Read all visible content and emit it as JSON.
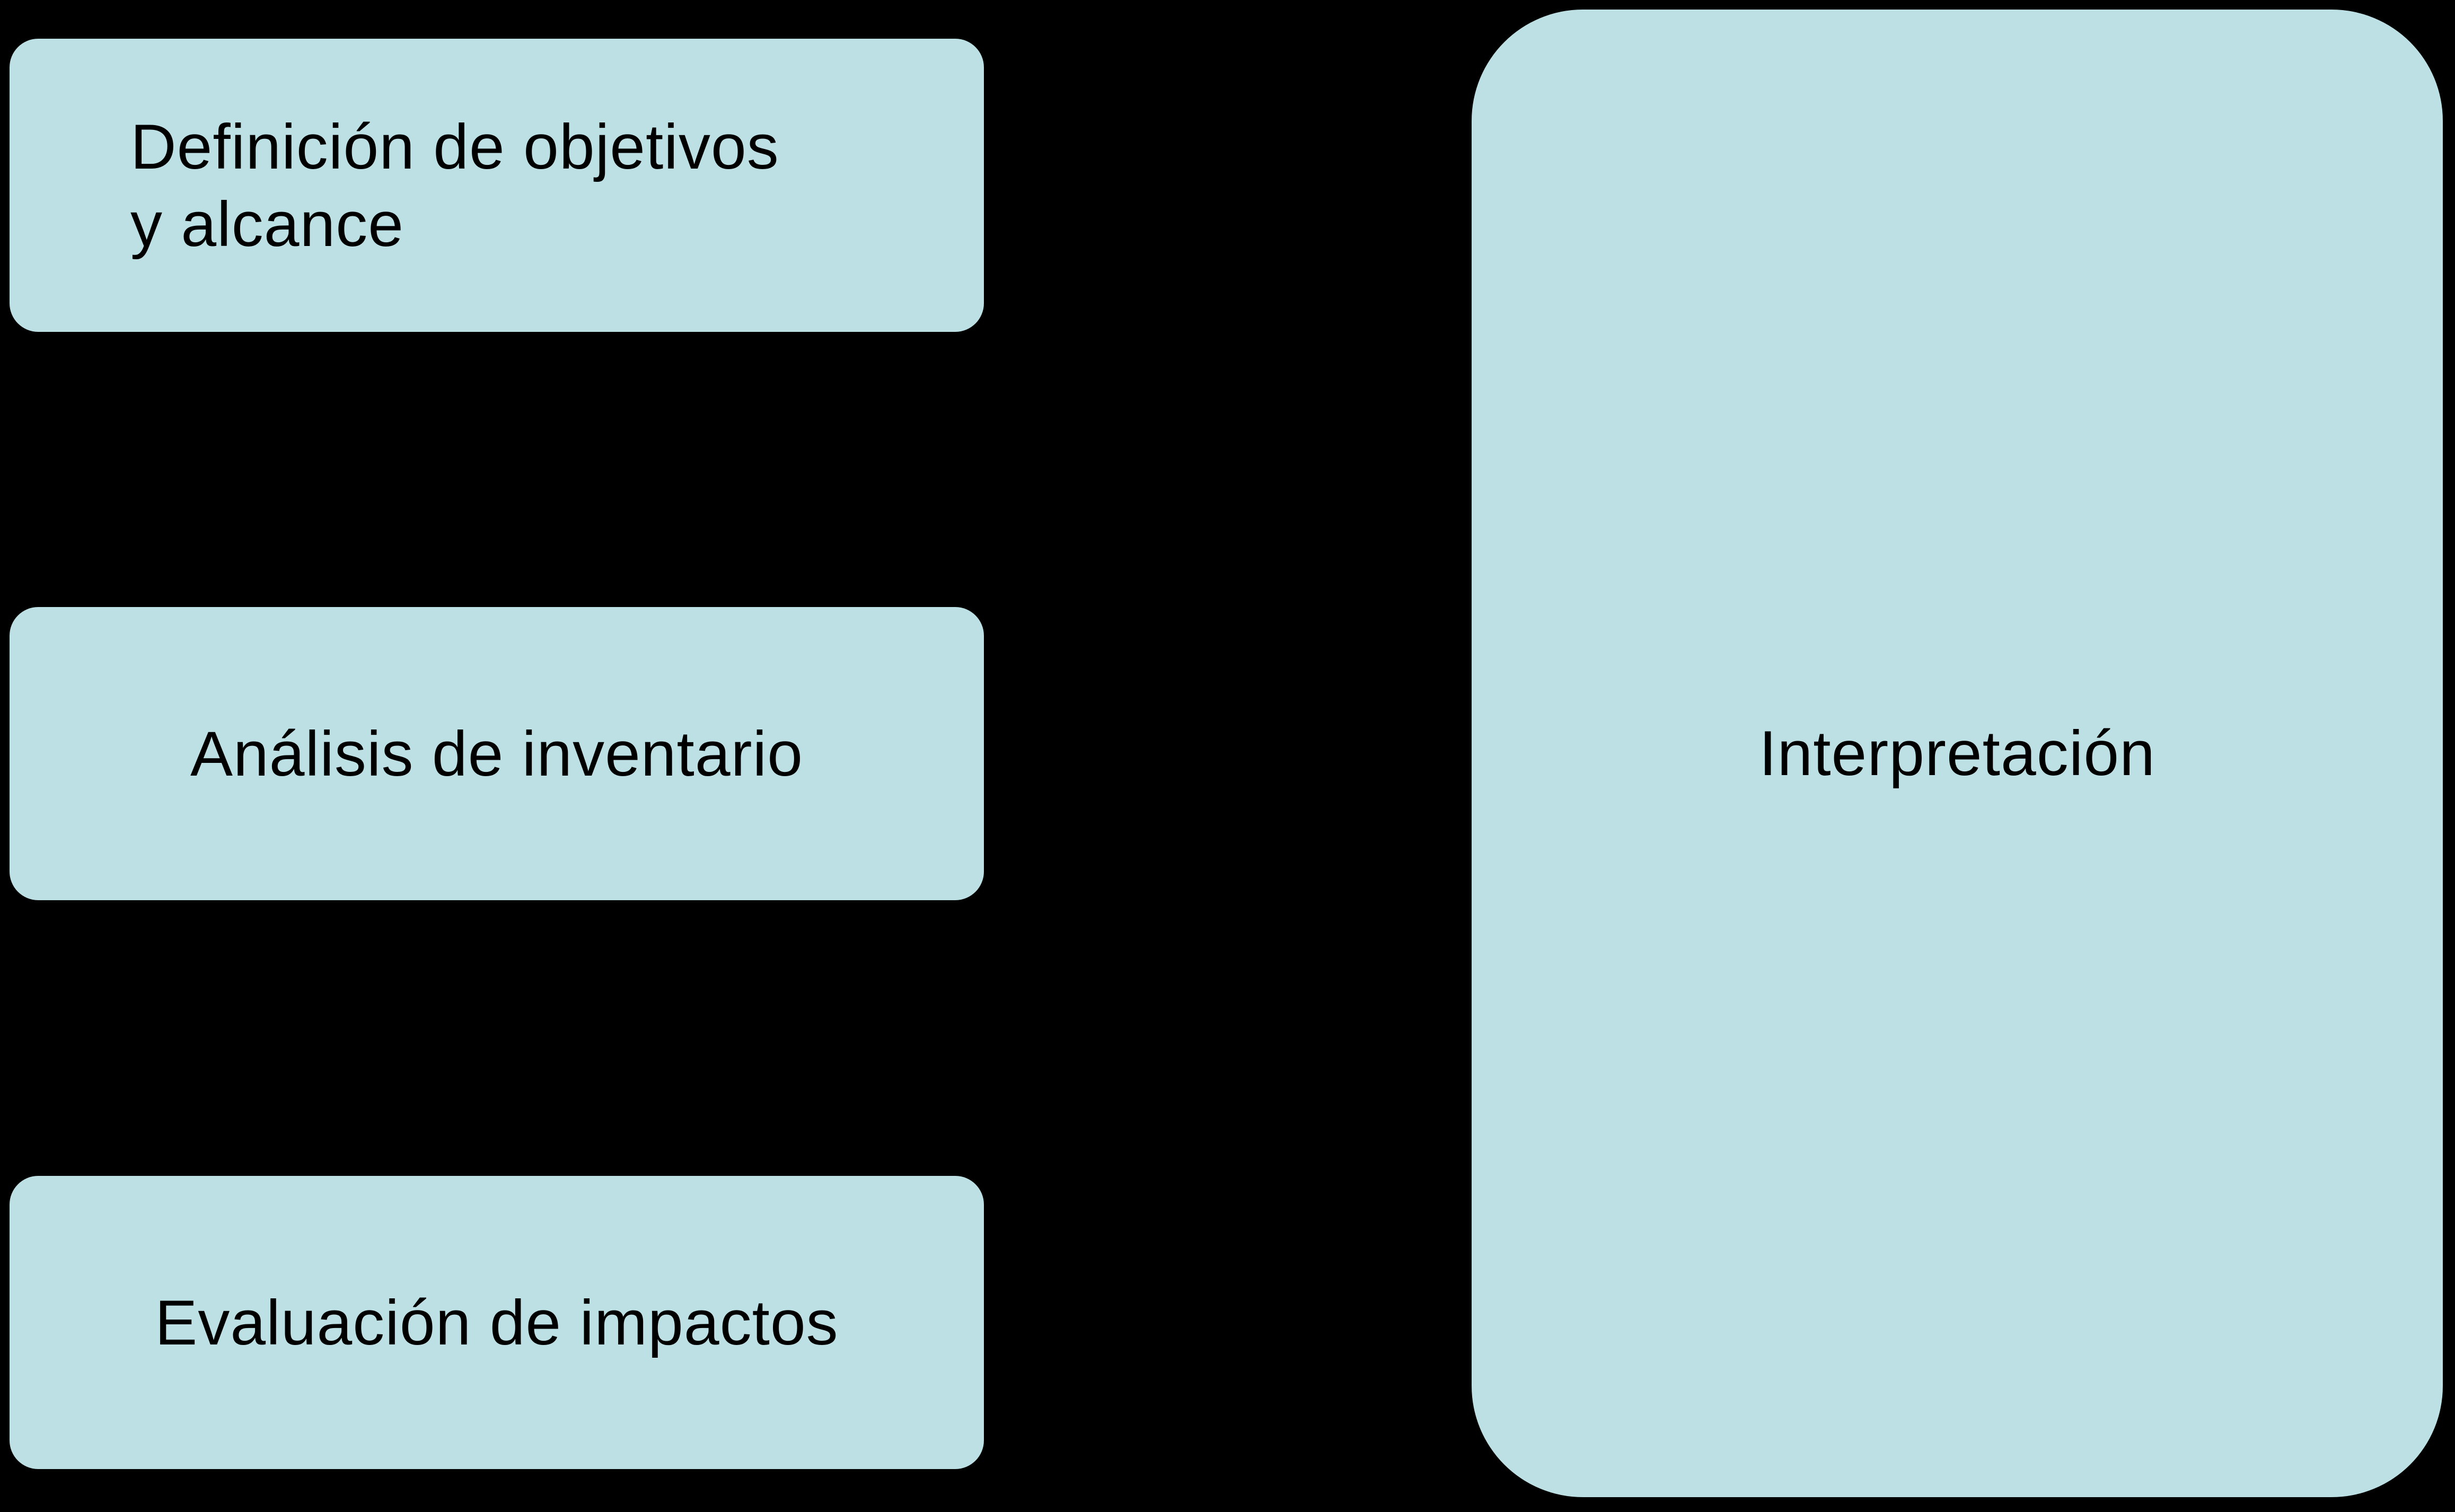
{
  "diagram": {
    "phases": [
      {
        "label": "Definición de objetivos\ny alcance"
      },
      {
        "label": "Análisis de inventario"
      },
      {
        "label": "Evaluación de impactos"
      }
    ],
    "interpretation": {
      "label": "Interpretación"
    },
    "colors": {
      "background": "#000000",
      "box_fill": "#bce0e3",
      "text": "#000000"
    }
  }
}
